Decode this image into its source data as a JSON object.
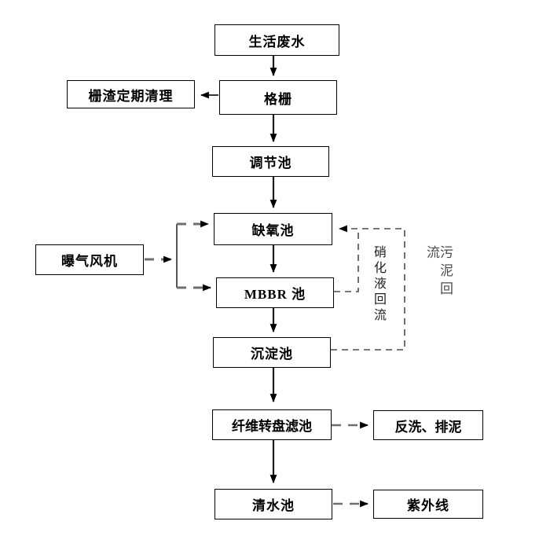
{
  "nodes": [
    {
      "id": "domestic-wastewater",
      "label": "生活废水"
    },
    {
      "id": "screen",
      "label": "格栅"
    },
    {
      "id": "screenings-periodic-cleaning",
      "label": "栅渣定期清理"
    },
    {
      "id": "regulating-tank",
      "label": "调节池"
    },
    {
      "id": "anoxic-tank",
      "label": "缺氧池"
    },
    {
      "id": "aeration-blower",
      "label": "曝气风机"
    },
    {
      "id": "mbbr-tank",
      "label": "MBBR 池"
    },
    {
      "id": "sedimentation-tank",
      "label": "沉淀池"
    },
    {
      "id": "fiber-disc-filter",
      "label": "纤维转盘滤池"
    },
    {
      "id": "backwash-sludge-discharge",
      "label": "反洗、排泥"
    },
    {
      "id": "clear-water-tank",
      "label": "清水池"
    },
    {
      "id": "uv-disinfection",
      "label": "紫外线"
    }
  ],
  "flow_labels": [
    {
      "id": "nitrified-liquid-return",
      "label": "硝化液回流"
    },
    {
      "id": "sludge-return",
      "label": "污泥回流"
    }
  ],
  "colors": {
    "line": "#000000",
    "dashed_line": "#555555",
    "background": "#ffffff"
  }
}
